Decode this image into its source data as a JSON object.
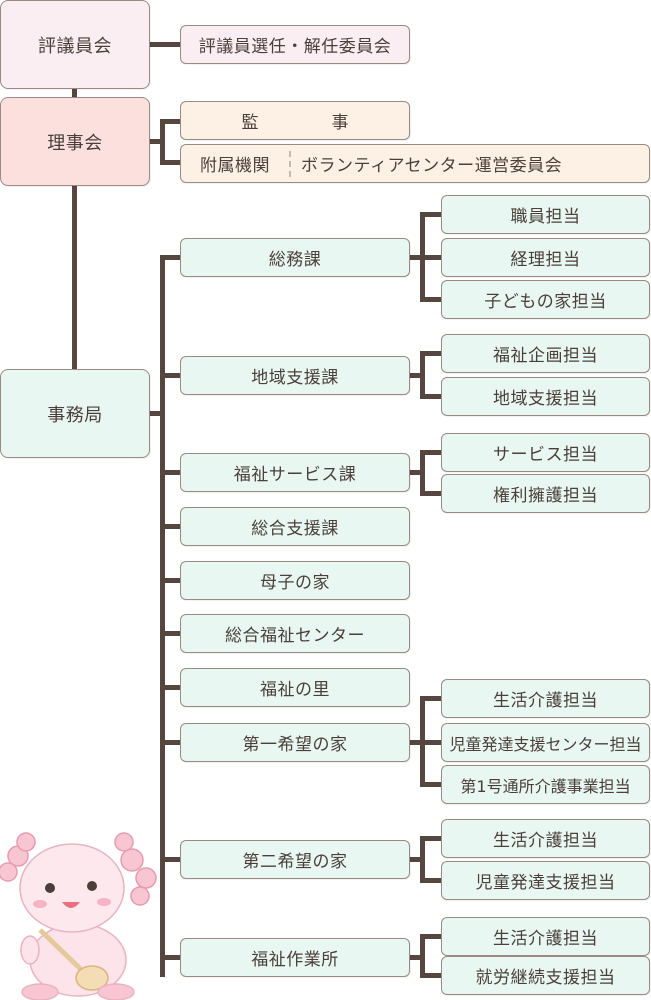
{
  "top": {
    "council": "評議員会",
    "council_committee": "評議員選任・解任委員会",
    "board": "理事会",
    "auditor": "監　事",
    "affiliated_label": "附属機関",
    "affiliated_value": "ボランティアセンター運営委員会",
    "secretariat": "事務局"
  },
  "sections": [
    {
      "name": "総務課",
      "units": [
        "職員担当",
        "経理担当",
        "子どもの家担当"
      ]
    },
    {
      "name": "地域支援課",
      "units": [
        "福祉企画担当",
        "地域支援担当"
      ]
    },
    {
      "name": "福祉サービス課",
      "units": [
        "サービス担当",
        "権利擁護担当"
      ]
    },
    {
      "name": "総合支援課",
      "units": []
    },
    {
      "name": "母子の家",
      "units": []
    },
    {
      "name": "総合福祉センター",
      "units": []
    },
    {
      "name": "福祉の里",
      "units": []
    },
    {
      "name": "第一希望の家",
      "units": [
        "生活介護担当",
        "児童発達支援センター担当",
        "第1号通所介護事業担当"
      ]
    },
    {
      "name": "第二希望の家",
      "units": [
        "生活介護担当",
        "児童発達支援担当"
      ]
    },
    {
      "name": "福祉作業所",
      "units": [
        "生活介護担当",
        "就労継続支援担当"
      ]
    }
  ],
  "colors": {
    "line": "#55463f",
    "border": "#9a8a82",
    "council_bg": "#fbeef3",
    "board_bg": "#fbe0de",
    "office_bg": "#e8f7f2",
    "auditor_bg": "#fdf0e4"
  },
  "mascot": "pink-axolotl-mascot-illustration"
}
